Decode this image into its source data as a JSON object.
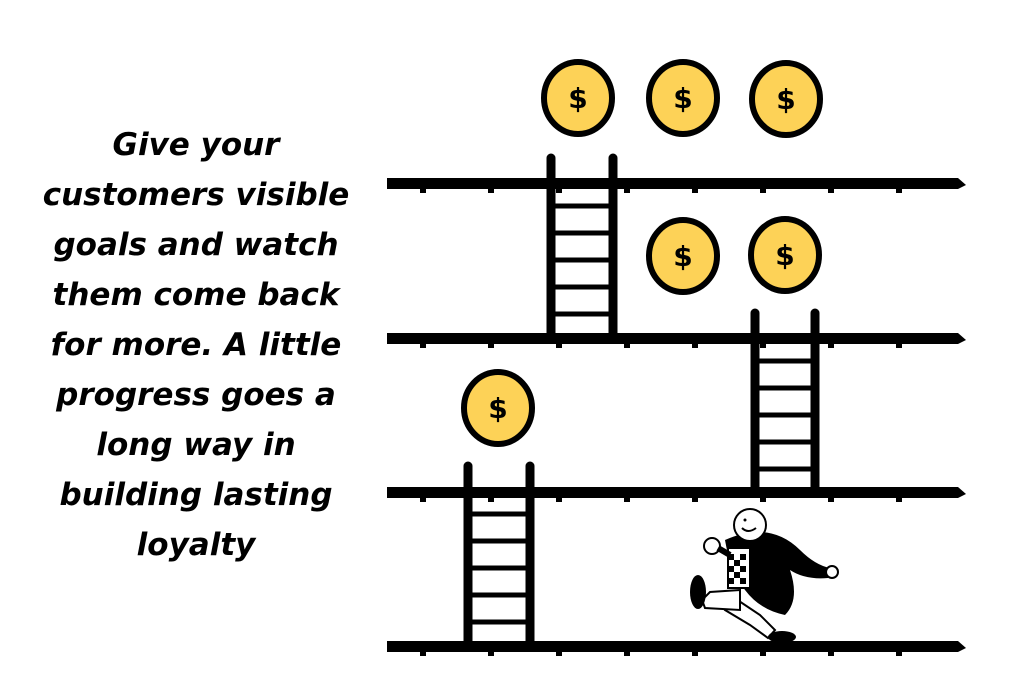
{
  "message": {
    "lines": [
      "Give your",
      "customers visible",
      "goals and watch",
      "them come back",
      "for more. A little",
      "progress goes a",
      "long way in",
      "building lasting",
      "loyalty"
    ]
  },
  "coin_symbol": "$",
  "coin_count": 6,
  "colors": {
    "coin": "#FDD257",
    "ink": "#000000",
    "background": "#FFFFFF"
  }
}
